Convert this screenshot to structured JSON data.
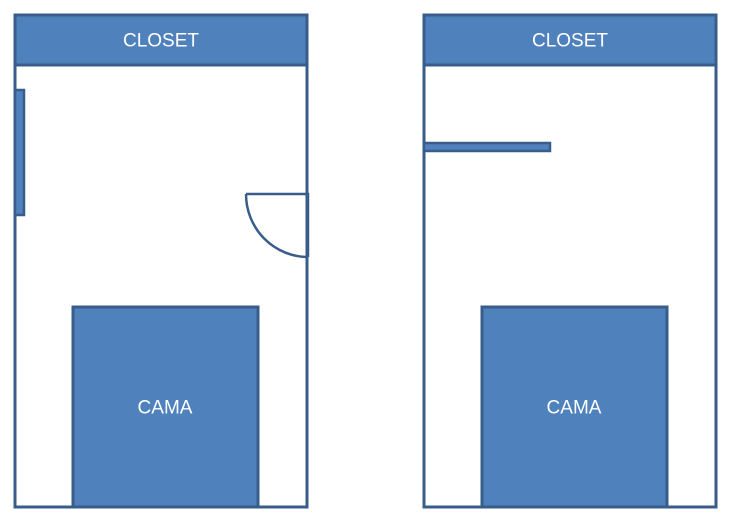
{
  "colors": {
    "fill": "#4f81bd",
    "stroke": "#385d8a",
    "text": "#ffffff"
  },
  "plans": [
    {
      "closet_label": "CLOSET",
      "bed_label": "CAMA",
      "features": [
        "window",
        "door"
      ]
    },
    {
      "closet_label": "CLOSET",
      "bed_label": "CAMA",
      "features": [
        "shelf"
      ]
    }
  ]
}
